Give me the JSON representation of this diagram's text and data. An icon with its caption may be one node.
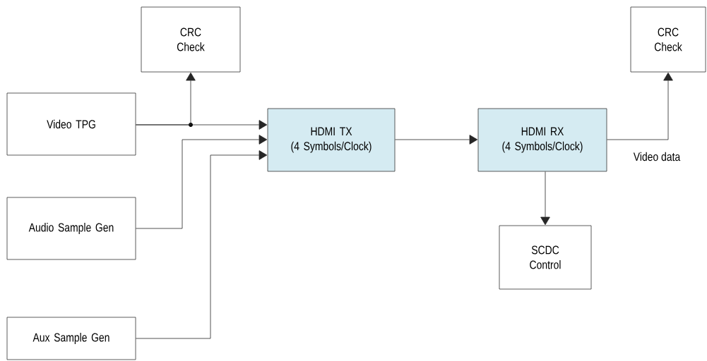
{
  "diagram": {
    "nodes": [
      {
        "text": [
          "CRC Check"
        ]
      },
      {
        "text": [
          "Video TPG"
        ]
      },
      {
        "text": [
          "HDMI TX",
          "(4 Symbols/Clock)"
        ]
      },
      {
        "text": [
          "HDMI RX",
          "(4 Symbols/Clock)"
        ]
      },
      {
        "text": [
          "CRC Check"
        ]
      },
      {
        "text": [
          "Audio Sample Gen"
        ]
      },
      {
        "text": [
          "SCDC Control"
        ]
      },
      {
        "text": [
          "Aux Sample Gen"
        ]
      }
    ],
    "edges": [
      {
        "from": 1,
        "to": 0,
        "arrow": "to"
      },
      {
        "from": 1,
        "to": 2,
        "arrow": "to"
      },
      {
        "from": 5,
        "to": 2,
        "arrow": "to"
      },
      {
        "from": 7,
        "to": 2,
        "arrow": "to"
      },
      {
        "from": 2,
        "to": 3,
        "arrow": "to"
      },
      {
        "from": 3,
        "to": 4,
        "arrow": "to",
        "label": "Video data"
      },
      {
        "from": 3,
        "to": 6,
        "arrow": "to"
      }
    ]
  }
}
